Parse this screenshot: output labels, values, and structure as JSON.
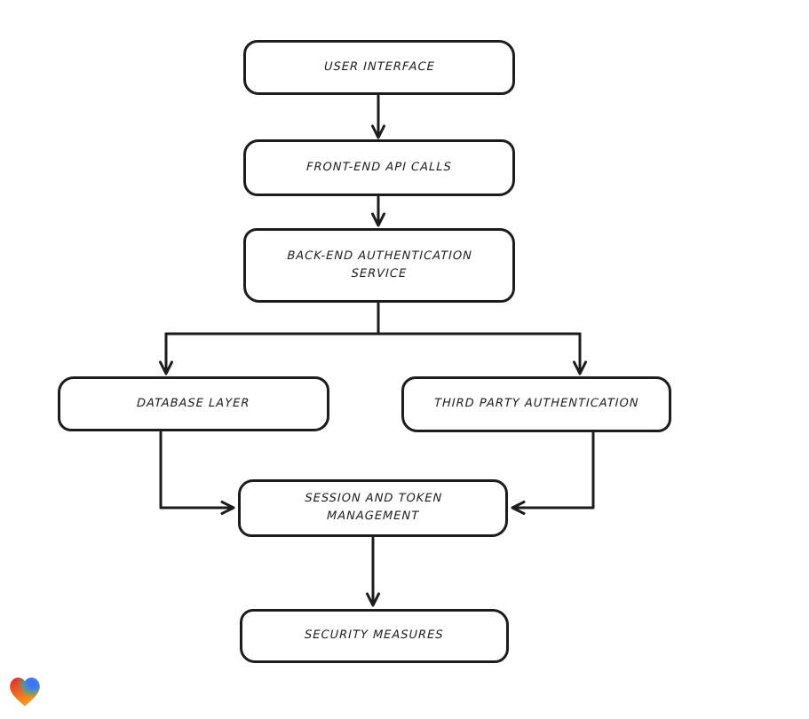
{
  "diagram": {
    "background": "#ffffff",
    "stroke_color": "#1c1c1c",
    "node_fill": "#ffffff",
    "nodes": [
      {
        "id": "user-interface",
        "label": "USER INTERFACE"
      },
      {
        "id": "front-end-api-calls",
        "label": "FRONT-END API CALLS"
      },
      {
        "id": "back-end-authentication-service",
        "label": "BACK-END AUTHENTICATION\nSERVICE"
      },
      {
        "id": "database-layer",
        "label": "DATABASE LAYER"
      },
      {
        "id": "third-party-authentication",
        "label": "THIRD PARTY AUTHENTICATION"
      },
      {
        "id": "session-and-token-management",
        "label": "SESSION AND TOKEN\nMANAGEMENT"
      },
      {
        "id": "security-measures",
        "label": "SECURITY MEASURES"
      }
    ],
    "edges": [
      {
        "from": "user-interface",
        "to": "front-end-api-calls"
      },
      {
        "from": "front-end-api-calls",
        "to": "back-end-authentication-service"
      },
      {
        "from": "back-end-authentication-service",
        "to": "database-layer"
      },
      {
        "from": "back-end-authentication-service",
        "to": "third-party-authentication"
      },
      {
        "from": "database-layer",
        "to": "session-and-token-management"
      },
      {
        "from": "third-party-authentication",
        "to": "session-and-token-management"
      },
      {
        "from": "session-and-token-management",
        "to": "security-measures"
      }
    ]
  },
  "badge": {
    "icon": "heart-icon",
    "gradient_colors": [
      "#e3242b",
      "#2bb59a",
      "#3b6ff0",
      "#f7941d"
    ]
  }
}
